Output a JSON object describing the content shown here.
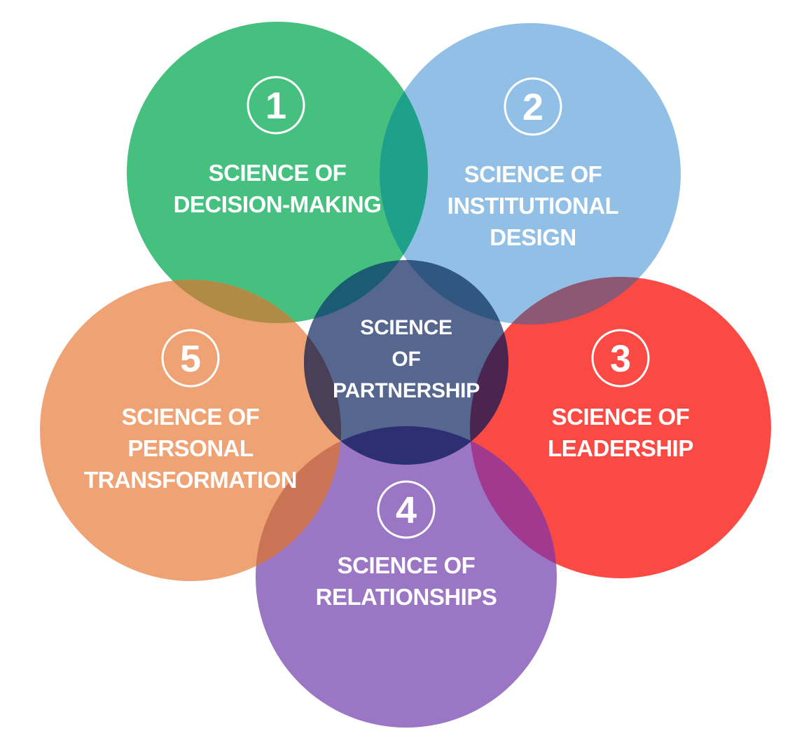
{
  "diagram": {
    "background": "#FFFFFF",
    "text_color": "#FFFFFF",
    "center": {
      "lines": [
        "SCIENCE",
        "OF",
        "PARTNERSHIP"
      ],
      "color": "#56678F"
    },
    "circles": [
      {
        "number": "1",
        "lines": [
          "SCIENCE OF",
          "DECISION-MAKING"
        ],
        "color": "#46C07F"
      },
      {
        "number": "2",
        "lines": [
          "SCIENCE OF",
          "INSTITUTIONAL",
          "DESIGN"
        ],
        "color": "#92BFE6"
      },
      {
        "number": "3",
        "lines": [
          "SCIENCE OF",
          "LEADERSHIP"
        ],
        "color": "#FA4A43"
      },
      {
        "number": "4",
        "lines": [
          "SCIENCE OF",
          "RELATIONSHIPS"
        ],
        "color": "#9A76C4"
      },
      {
        "number": "5",
        "lines": [
          "SCIENCE OF",
          "PERSONAL",
          "TRANSFORMATION"
        ],
        "color": "#EFA273"
      }
    ],
    "overlap_colors": {
      "green_blue": "#1EA08B",
      "blue_red": "#8D5873",
      "red_purple": "#A1398F",
      "purple_orange": "#CA7355",
      "orange_green": "#B08B45",
      "center_green": "#1B5C72",
      "center_blue": "#315680",
      "center_red": "#4B2450",
      "center_purple": "#2C3073",
      "center_orange": "#494058"
    }
  }
}
